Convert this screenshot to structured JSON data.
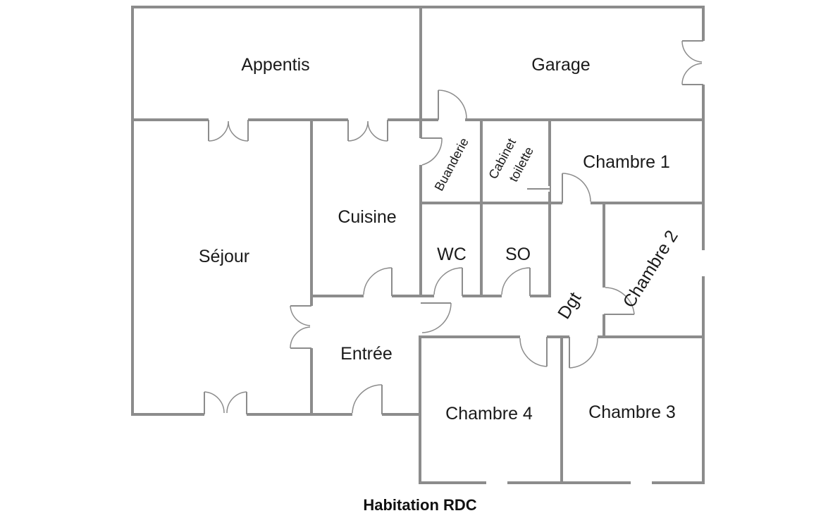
{
  "plan": {
    "caption": "Habitation RDC",
    "rooms": {
      "appentis": "Appentis",
      "garage": "Garage",
      "buanderie": "Buanderie",
      "cabinet_line1": "Cabinet",
      "cabinet_line2": "toilette",
      "chambre1": "Chambre 1",
      "cuisine": "Cuisine",
      "sejour": "Séjour",
      "wc": "WC",
      "so": "SO",
      "chambre2": "Chambre 2",
      "dgt": "Dgt",
      "entree": "Entrée",
      "chambre4": "Chambre 4",
      "chambre3": "Chambre 3"
    },
    "colors": {
      "wall": "#8c8c8c",
      "text": "#1a1a1a",
      "background": "#ffffff"
    }
  }
}
